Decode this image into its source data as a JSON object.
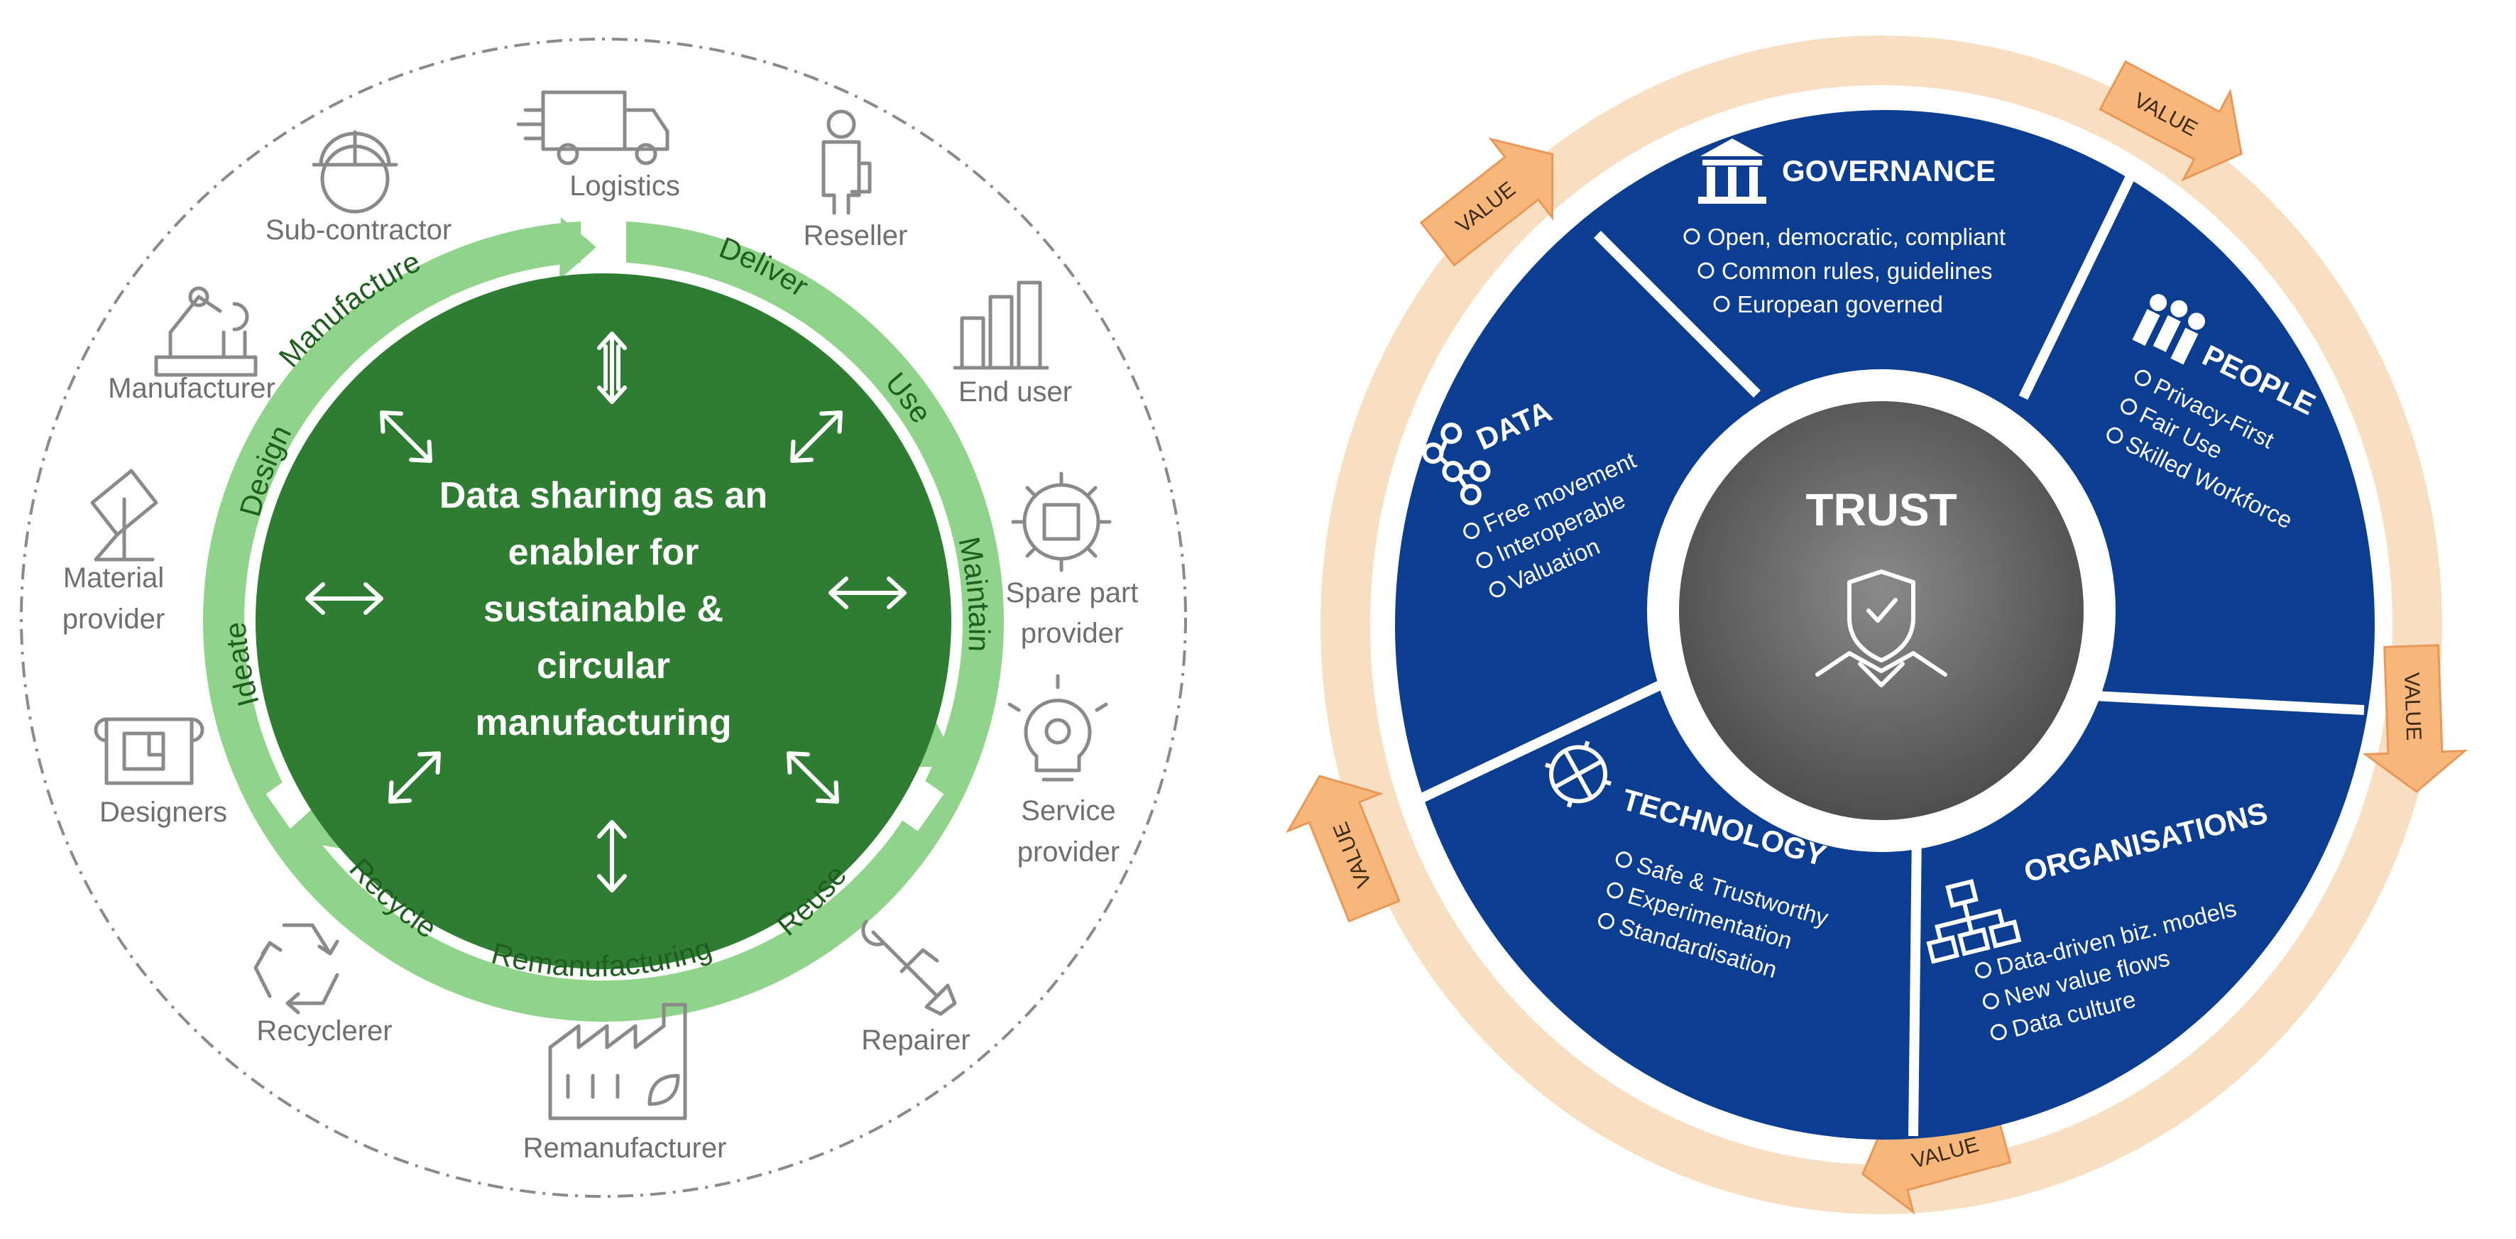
{
  "left_diagram": {
    "center_lines": [
      "Data sharing as an",
      "enabler for",
      "sustainable &",
      "circular",
      "manufacturing"
    ],
    "stages": [
      "Manufacture",
      "Deliver",
      "Use",
      "Maintain",
      "Reuse",
      "Remanufacturing",
      "Recycle",
      "Ideate",
      "Design"
    ],
    "actors": {
      "logistics": [
        "Logistics"
      ],
      "reseller": [
        "Reseller"
      ],
      "end_user": [
        "End user"
      ],
      "spare_part": [
        "Spare part",
        "provider"
      ],
      "service": [
        "Service",
        "provider"
      ],
      "repairer": [
        "Repairer"
      ],
      "remanufacturer": [
        "Remanufacturer"
      ],
      "recyclerer": [
        "Recyclerer"
      ],
      "designers": [
        "Designers"
      ],
      "material": [
        "Material",
        "provider"
      ],
      "manufacturer": [
        "Manufacturer"
      ],
      "subcontractor": [
        "Sub-contractor"
      ]
    },
    "colors": {
      "green_dark": "#2e7d32",
      "green_light": "#8fd48a",
      "gray_icon": "#8a8a8a"
    }
  },
  "right_diagram": {
    "trust_label": "TRUST",
    "segments": {
      "governance": {
        "title": "GOVERNANCE",
        "items": [
          "Open, democratic, compliant",
          "Common rules, guidelines",
          "European governed"
        ]
      },
      "people": {
        "title": "PEOPLE",
        "items": [
          "Privacy-First",
          "Fair Use",
          "Skilled Workforce"
        ]
      },
      "organisations": {
        "title": "ORGANISATIONS",
        "items": [
          "Data-driven biz. models",
          "New value flows",
          "Data culture"
        ]
      },
      "technology": {
        "title": "TECHNOLOGY",
        "items": [
          "Safe & Trustworthy",
          "Experimentation",
          "Standardisation"
        ]
      },
      "data": {
        "title": "DATA",
        "items": [
          "Free movement",
          "Interoperable",
          "Valuation"
        ]
      }
    },
    "value_labels": [
      "VALUE",
      "VALUE",
      "VALUE",
      "VALUE",
      "VALUE"
    ],
    "colors": {
      "blue": "#0b3d91",
      "ring": "#f8dfc2",
      "arrow": "#f7b77a",
      "trust": "#6a6a6a"
    }
  }
}
